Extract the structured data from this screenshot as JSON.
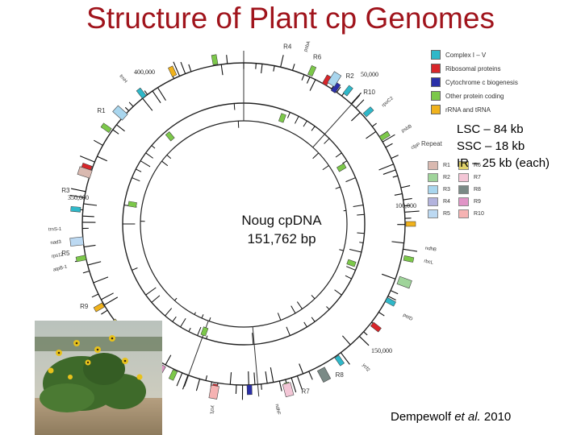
{
  "title": "Structure of Plant cp Genomes",
  "genome": {
    "name": "Noug cpDNA",
    "size": "151,762 bp",
    "stats": [
      "LSC – 84 kb",
      "SSC – 18 kb",
      "IR – 25 kb (each)"
    ],
    "position_labels": [
      "400,000",
      "50,000",
      "100,000",
      "150,000",
      "350,000"
    ]
  },
  "legend": {
    "items": [
      {
        "label": "Complex I – V",
        "color": "#2fb8c9"
      },
      {
        "label": "Ribosomal proteins",
        "color": "#d8262a"
      },
      {
        "label": "Cytochrome c biogenesis",
        "color": "#2a2fa8"
      },
      {
        "label": "Other protein coding",
        "color": "#7cc84a"
      },
      {
        "label": "rRNA and tRNA",
        "color": "#f0b21c"
      }
    ]
  },
  "repeats": {
    "title": "Repeat",
    "items": [
      {
        "label": "R1",
        "color": "#d9b9b0"
      },
      {
        "label": "R2",
        "color": "#9fd49a"
      },
      {
        "label": "R3",
        "color": "#a9d6ee"
      },
      {
        "label": "R4",
        "color": "#b3b3dd"
      },
      {
        "label": "R5",
        "color": "#bcd9f2"
      },
      {
        "label": "R6",
        "color": "#e0d26a"
      },
      {
        "label": "R7",
        "color": "#f3c6d6"
      },
      {
        "label": "R8",
        "color": "#7a8a86"
      },
      {
        "label": "R9",
        "color": "#e095c7"
      },
      {
        "label": "R10",
        "color": "#f6b3b3"
      }
    ]
  },
  "map_labels": {
    "repeat_tags": [
      "R4",
      "R6",
      "R1",
      "R2",
      "R3",
      "R5",
      "R9",
      "R7",
      "R8",
      "R10"
    ],
    "genes": [
      "trnS-1",
      "nad3",
      "rps12",
      "atpB-1",
      "ndhB",
      "rbcL",
      "psbA",
      "rpoC2",
      "ycf2",
      "trnH",
      "petD",
      "psbB",
      "clpP",
      "ndhF",
      "ycf1"
    ]
  },
  "citation": {
    "author": "Dempewolf",
    "etal": "et al.",
    "year": "2010"
  }
}
